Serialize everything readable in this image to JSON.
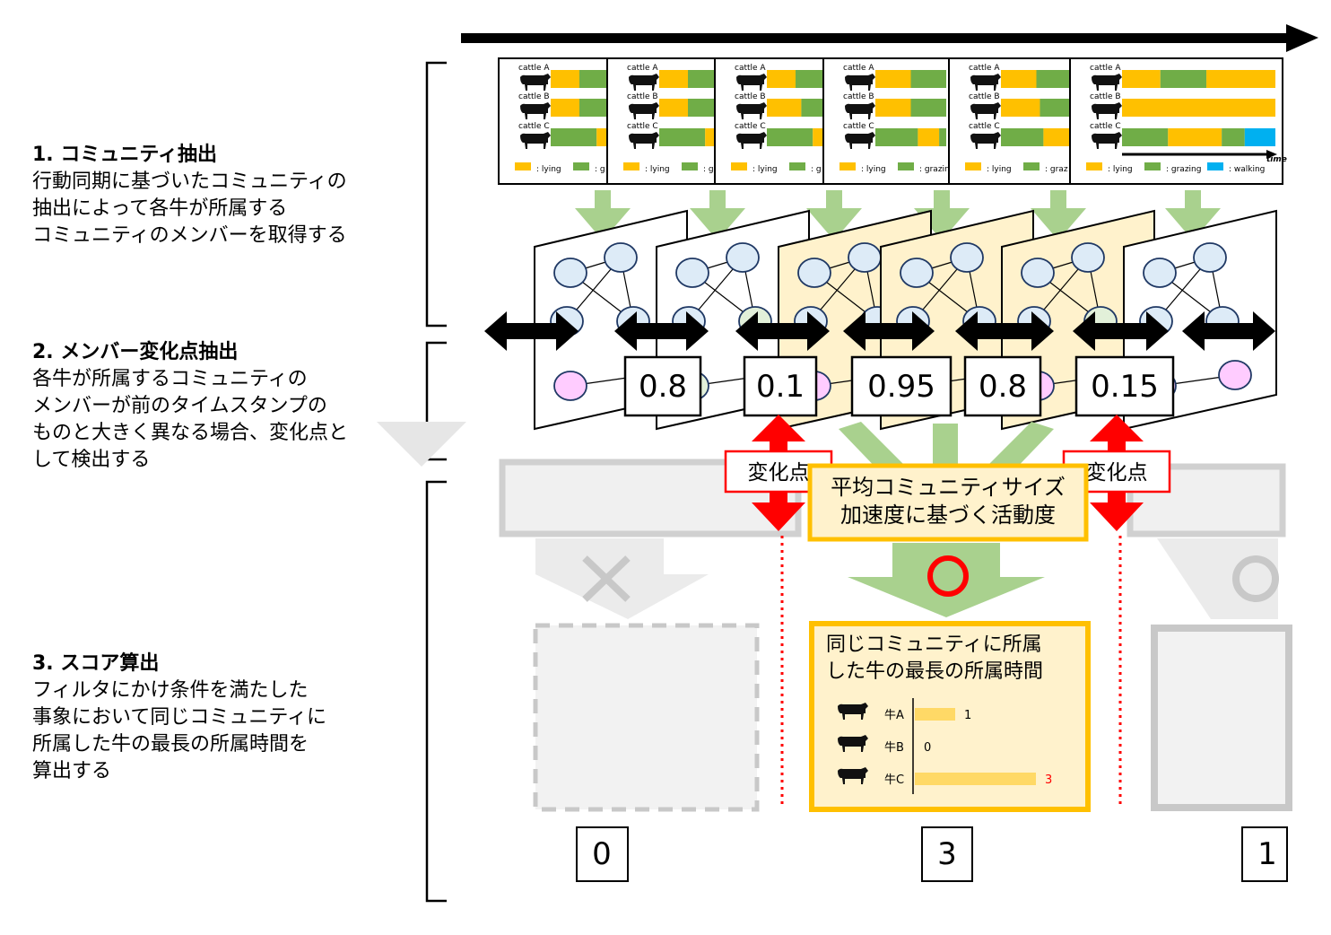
{
  "steps": [
    {
      "title": "1.  コミュニティ抽出",
      "desc": "行動同期に基づいたコミュニティの\n抽出によって各牛が所属する\nコミュニティのメンバーを取得する"
    },
    {
      "title": "2.  メンバー変化点抽出",
      "desc": "各牛が所属するコミュニティの\nメンバーが前のタイムスタンプの\nものと大きく異なる場合、変化点と\nして検出する"
    },
    {
      "title": "3.  スコア算出",
      "desc": "フィルタにかけ条件を満たした\n事象において同じコミュニティに\n所属した牛の最長の所属時間を\n算出する"
    }
  ],
  "cattle_labels": [
    "cattle A",
    "cattle B",
    "cattle C"
  ],
  "time_label": "time",
  "legend": {
    "lying": ": lying",
    "grazing": ": grazing",
    "walking": ": walking"
  },
  "legend_truncated": {
    "g1": ": g",
    "g2": ": g",
    "g3": ": g",
    "graz1": ": grazing",
    "graz2": ": graz"
  },
  "colors": {
    "lying": "#FFC000",
    "grazing": "#70AD47",
    "walking": "#00B0F0",
    "panel_highlight": "#FFF2CC",
    "node_blue": "#DDEBF7",
    "node_green": "#E2F0D9",
    "node_pink": "#FFCCFF",
    "change_red": "#FF0000",
    "gold": "#FFC000"
  },
  "change_scores": [
    "0.8",
    "0.1",
    "0.95",
    "0.8",
    "0.15"
  ],
  "change_point_label": "変化点",
  "filter_box": {
    "line1": "平均コミュニティサイズ",
    "line2": "加速度に基づく活動度"
  },
  "result_box": {
    "line1": "同じコミュニティに所属",
    "line2": "した牛の最長の所属時間"
  },
  "result_chart": {
    "rows": [
      {
        "label": "牛A",
        "value": 1,
        "display": "1"
      },
      {
        "label": "牛B",
        "value": 0,
        "display": "0"
      },
      {
        "label": "牛C",
        "value": 3,
        "display": "3"
      }
    ]
  },
  "scores": [
    "0",
    "3",
    "1"
  ],
  "icons": {
    "pass": "circle-mark-icon",
    "reject": "cross-mark-icon",
    "cow": "cow-silhouette-icon"
  }
}
